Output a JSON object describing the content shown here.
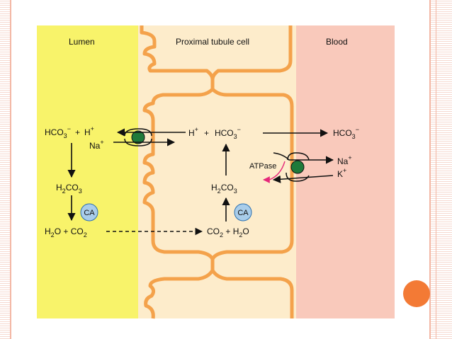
{
  "compartments": {
    "lumen": "Lumen",
    "cell": "Proximal tubule cell",
    "blood": "Blood"
  },
  "lumen_side": {
    "hco3": "HCO",
    "hco3_sub": "3",
    "hco3_sup": "−",
    "plus1": "+",
    "h": "H",
    "h_sup": "+",
    "na": "Na",
    "na_sup": "+",
    "h2co3_a": "H",
    "h2co3_sub1": "2",
    "h2co3_b": "CO",
    "h2co3_sub2": "3",
    "ca": "CA",
    "h2o_a": "H",
    "h2o_sub": "2",
    "h2o_b": "O + CO",
    "co2_sub": "2"
  },
  "cell_side": {
    "h": "H",
    "h_sup": "+",
    "plus": "+",
    "hco3": "HCO",
    "hco3_sub": "3",
    "hco3_sup": "−",
    "h2co3_a": "H",
    "h2co3_sub1": "2",
    "h2co3_b": "CO",
    "h2co3_sub2": "3",
    "ca": "CA",
    "co2_a": "CO",
    "co2_sub": "2",
    "co2_b": " + H",
    "h2o_sub": "2",
    "h2o_c": "O",
    "atpase": "ATPase"
  },
  "blood_side": {
    "hco3": "HCO",
    "hco3_sub": "3",
    "hco3_sup": "−",
    "na": "Na",
    "na_sup": "+",
    "k": "K",
    "k_sup": "+"
  },
  "colors": {
    "lumen": "#f8f36a",
    "cell": "#fdeccb",
    "blood": "#f9c9bb",
    "membrane": "#f4a24b",
    "transporter": "#1f7a3a",
    "ca_enzyme": "#a9cdea",
    "pump_arrow": "#e5287a",
    "accent_dot": "#f37a35"
  }
}
